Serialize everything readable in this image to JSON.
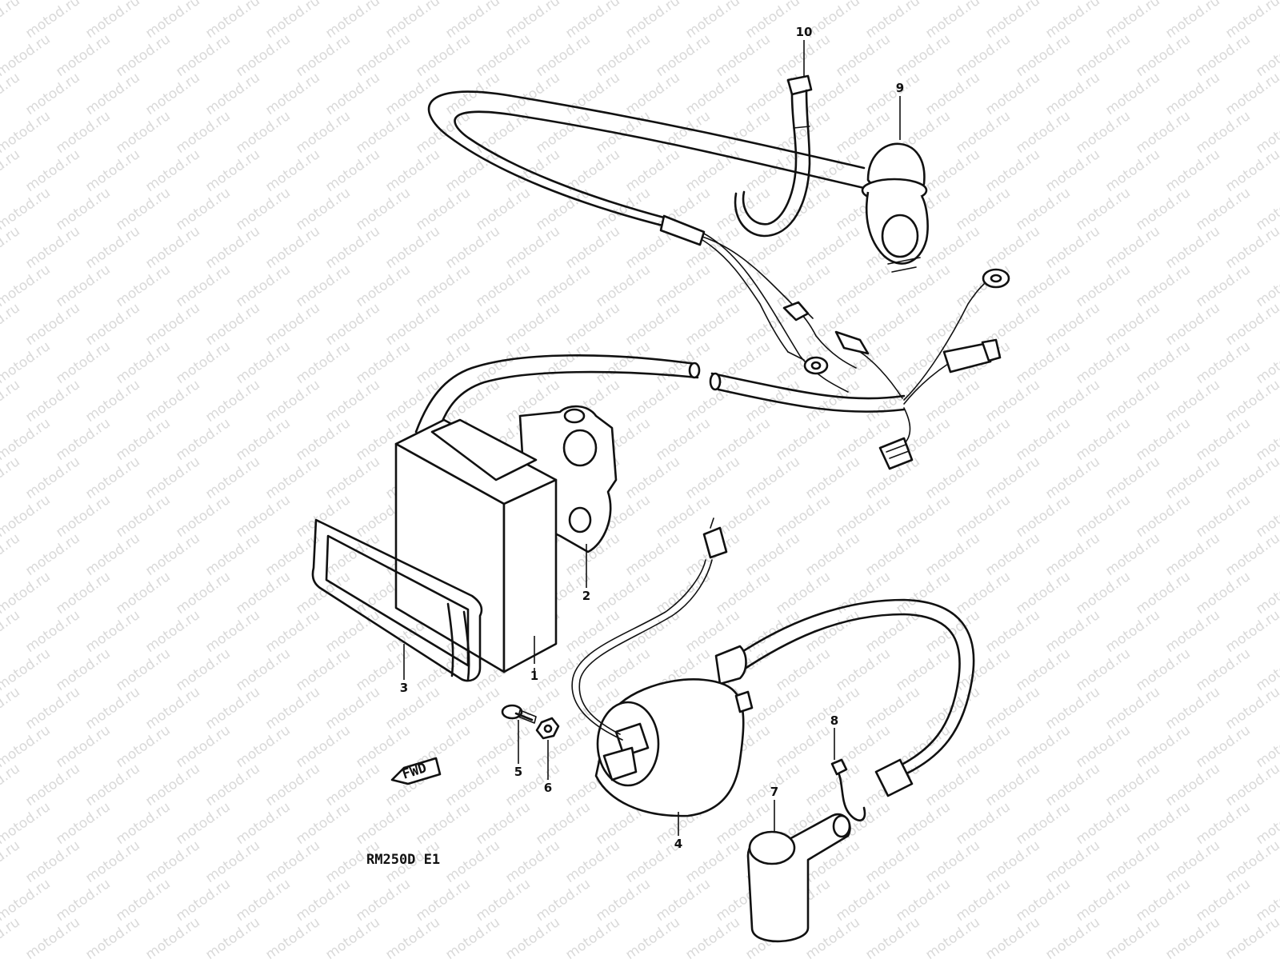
{
  "watermark": "motod.ru",
  "diagram_code": "RM250D E1",
  "fwd_label": "FWD",
  "callouts": [
    {
      "id": "1",
      "label": "1"
    },
    {
      "id": "2",
      "label": "2"
    },
    {
      "id": "3",
      "label": "3"
    },
    {
      "id": "4",
      "label": "4"
    },
    {
      "id": "5",
      "label": "5"
    },
    {
      "id": "6",
      "label": "6"
    },
    {
      "id": "7",
      "label": "7"
    },
    {
      "id": "8",
      "label": "8"
    },
    {
      "id": "9",
      "label": "9"
    },
    {
      "id": "10",
      "label": "10"
    }
  ]
}
